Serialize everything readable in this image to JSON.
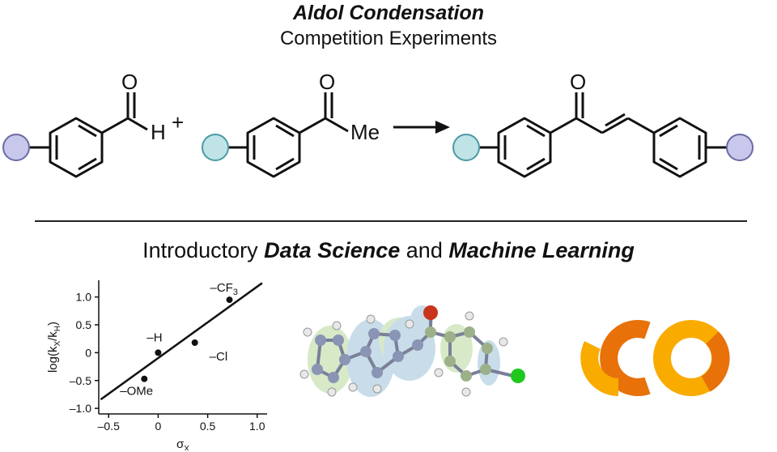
{
  "title": {
    "main": "Aldol Condensation",
    "subtitle": "Competition Experiments"
  },
  "reaction": {
    "aldehyde_o": "O",
    "aldehyde_h": "H",
    "plus": "+",
    "ketone_o": "O",
    "ketone_me": "Me",
    "product_o": "O",
    "colors": {
      "aldehyde_substituent": "#c8c8ec",
      "ketone_substituent": "#bfe3e6"
    }
  },
  "subheading": {
    "intro": "Introductory",
    "data_science": "Data Science",
    "and": "and",
    "machine_learning": "Machine Learning"
  },
  "chart_data": {
    "type": "scatter",
    "xlabel": "σX",
    "ylabel": "log(kX/kH)",
    "xlim": [
      -0.6,
      1.1
    ],
    "ylim": [
      -1.1,
      1.3
    ],
    "xticks": [
      "-0.5",
      "0",
      "0.5",
      "1.0"
    ],
    "yticks": [
      "1.0",
      "0.5",
      "0",
      "-0.5",
      "-1.0"
    ],
    "points": [
      {
        "label": "–CF3",
        "x": 0.72,
        "y": 0.95
      },
      {
        "label": "–H",
        "x": 0.0,
        "y": 0.0
      },
      {
        "label": "–Cl",
        "x": 0.37,
        "y": 0.18
      },
      {
        "label": "–OMe",
        "x": -0.14,
        "y": -0.47
      }
    ],
    "fit_line": {
      "x": [
        -0.58,
        1.05
      ],
      "y": [
        -0.84,
        1.25
      ]
    }
  },
  "colab_logo": {
    "color_light": "#f9ab00",
    "color_dark": "#e8710a"
  }
}
